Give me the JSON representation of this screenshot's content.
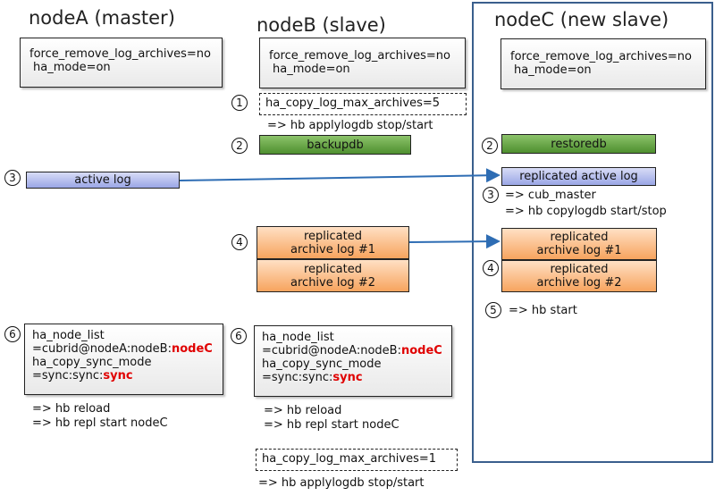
{
  "nodes": {
    "a_title": "nodeA (master)",
    "b_title": "nodeB (slave)",
    "c_title": "nodeC (new slave)"
  },
  "config": {
    "line1": "force_remove_log_archives=no",
    "line2": "ha_mode=on"
  },
  "steps": {
    "s1": "1",
    "s2": "2",
    "s3": "3",
    "s4": "4",
    "s5": "5",
    "s6": "6"
  },
  "nodeB": {
    "max_archives_5": "ha_copy_log_max_archives=5",
    "applylogdb_cmd": "=> hb applylogdb stop/start",
    "backupdb": "backupdb",
    "rep_archive1_l1": "replicated",
    "rep_archive1_l2": "archive  log #1",
    "rep_archive2_l1": "replicated",
    "rep_archive2_l2": "archive log #2",
    "reload_cmd": "=> hb reload",
    "repl_cmd": "=> hb repl start nodeC",
    "max_archives_1": "ha_copy_log_max_archives=1",
    "applylogdb_cmd2": "=> hb applylogdb stop/start"
  },
  "nodeA": {
    "active_log": "active log",
    "reload_cmd": "=> hb reload",
    "repl_cmd": "=> hb repl start nodeC"
  },
  "ha_config": {
    "node_list_key": "ha_node_list",
    "node_list_prefix": "=cubrid@nodeA:nodeB:",
    "node_list_new": "nodeC",
    "sync_mode_key": "ha_copy_sync_mode",
    "sync_mode_prefix": "=sync:sync:",
    "sync_mode_new": "sync"
  },
  "nodeC": {
    "restoredb": "restoredb",
    "rep_active_log": "replicated active log",
    "cub_master_cmd": "=> cub_master",
    "copylogdb_cmd": "=> hb copylogdb start/stop",
    "rep_archive1_l1": "replicated",
    "rep_archive1_l2": "archive  log #1",
    "rep_archive2_l1": "replicated",
    "rep_archive2_l2": "archive log #2",
    "start_cmd": "=> hb start"
  },
  "colors": {
    "highlight_red": "#e00000",
    "arrow_blue": "#2e6db4",
    "panel_border": "#3a5f8d"
  }
}
